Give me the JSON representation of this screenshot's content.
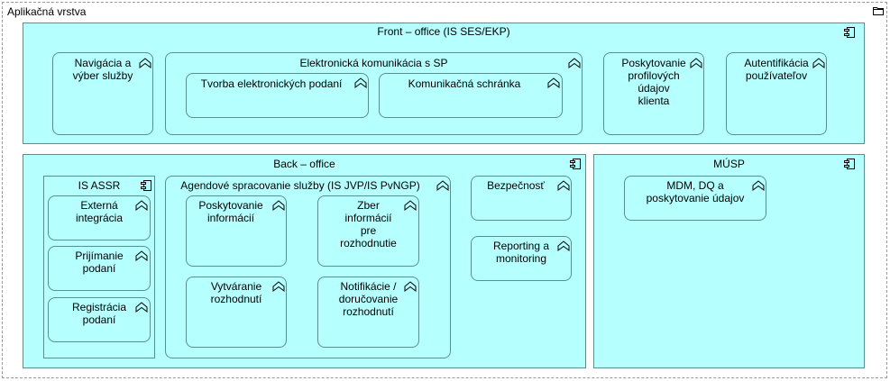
{
  "layer": {
    "title": "Aplikačná vrstva",
    "icon": "folder-icon"
  },
  "front_office": {
    "title": "Front – office (IS SES/EKP)",
    "nav": "Navigácia a\nvýber služby",
    "ekom": {
      "title": "Elektronická komunikácia s SP",
      "tvorba": "Tvorba elektronických podaní",
      "schranka": "Komunikačná schránka"
    },
    "profil": "Poskytovanie\nprofilových\núdajov\nklienta",
    "auth": "Autentifikácia\npoužívateľov"
  },
  "back_office": {
    "title": "Back – office",
    "assr": {
      "title": "IS ASSR",
      "externa": "Externá\nintegrácia",
      "prijimanie": "Prijímanie\npodaní",
      "registracia": "Registrácia\npodaní"
    },
    "agendove": {
      "title": "Agendové spracovanie služby (IS JVP/IS PvNGP)",
      "poskytovanie": "Poskytovanie\ninformácií",
      "zber": "Zber\ninformácií\npre\nrozhodnutie",
      "vytvaranie": "Vytváranie\nrozhodnutí",
      "notifikacie": "Notifikácie /\ndoručovanie\nrozhodnutí"
    },
    "bezpecnost": "Bezpečnosť",
    "reporting": "Reporting a\nmonitoring"
  },
  "musp": {
    "title": "MÚSP",
    "mdm": "MDM, DQ a\nposkytovanie údajov"
  },
  "colors": {
    "fill": "#b5ffff",
    "stroke": "#5a8f8f",
    "layer_border": "#9a9a9a"
  },
  "icons": {
    "component": "component-icon",
    "function": "function-icon"
  }
}
